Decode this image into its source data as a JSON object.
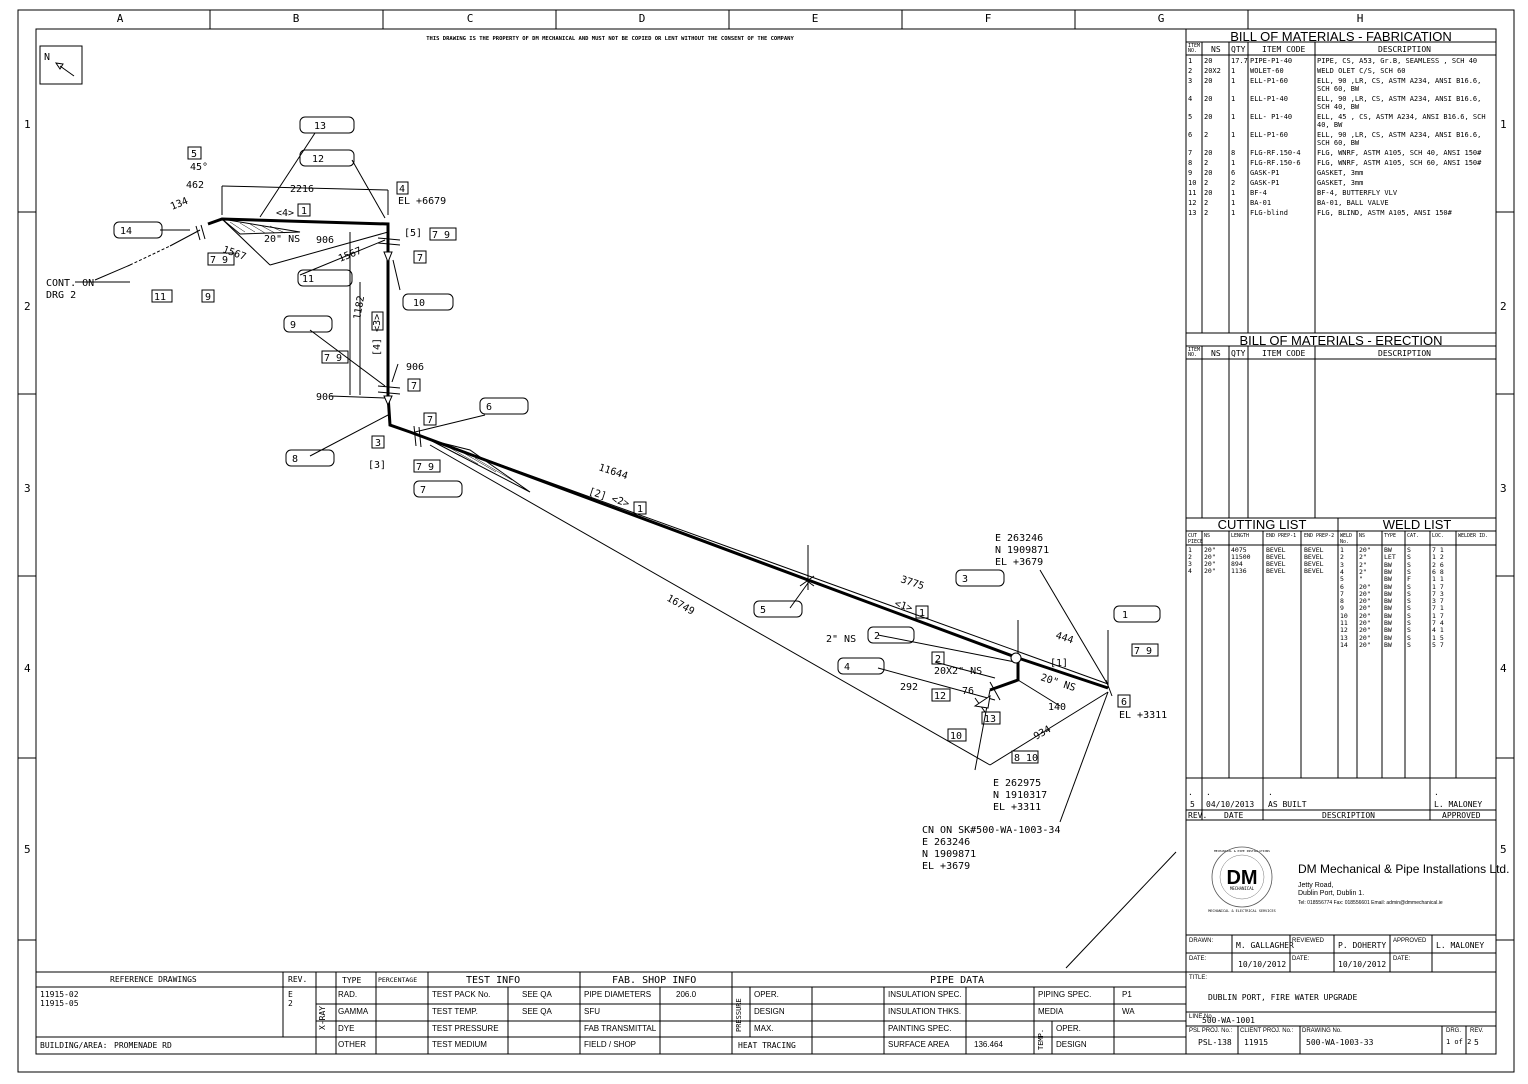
{
  "grid": {
    "columns": [
      "A",
      "B",
      "C",
      "D",
      "E",
      "F",
      "G",
      "H"
    ],
    "rows": [
      "1",
      "2",
      "3",
      "4",
      "5"
    ]
  },
  "notice": "THIS DRAWING IS THE PROPERTY OF DM MECHANICAL AND MUST NOT BE COPIED OR LENT WITHOUT THE CONSENT OF THE COMPANY",
  "north": "N",
  "iso": {
    "callouts": [
      "13",
      "12",
      "5",
      "4",
      "14",
      "11",
      "9",
      "10",
      "7",
      "8",
      "3",
      "6",
      "2",
      "1"
    ],
    "dims": {
      "d2216": "2216",
      "d462": "462",
      "d134": "134",
      "d906a": "906",
      "d1567a": "1567",
      "d1567b": "1567",
      "d1182": "1182",
      "d906b": "906",
      "d906c": "906",
      "d11644": "11644",
      "d16749": "16749",
      "d3775": "3775",
      "d444": "444",
      "d292": "292",
      "d76": "76",
      "d140": "140",
      "d934": "934",
      "ang45": "45°"
    },
    "labels": {
      "el6679": "EL +6679",
      "el3311": "EL +3311",
      "ns20a": "20\" NS",
      "ns20b": "20\" NS",
      "ns2": "2\" NS",
      "ns20x2": "20X2\" NS",
      "seg4": "<4>",
      "seg3": "[4] <3>",
      "seg2": "[2] <2>",
      "seg1": "<1>",
      "cut1": "[1]",
      "cut3": "[3]",
      "cut5": "[5]",
      "cont": "CONT. ON",
      "drg": "DRG 2",
      "coordA": [
        "E 263246",
        "N 1909871",
        "EL +3679"
      ],
      "coordB": [
        "E 262975",
        "N 1910317",
        "EL +3311"
      ],
      "connect": [
        "CN ON SK#500-WA-1003-34",
        "E 263246",
        "N 1909871",
        "EL +3679"
      ]
    },
    "boxes": {
      "b1": "1",
      "b4": "4",
      "b5": "5",
      "b7": "7",
      "b79": "7 9",
      "b810": "8 10",
      "b12": "12",
      "b13": "13",
      "b3": "3",
      "b10": "10",
      "b11": "11",
      "b9": "9",
      "b2": "2",
      "b6": "6"
    }
  },
  "bom_fab": {
    "title": "BILL OF MATERIALS - FABRICATION",
    "headers": [
      "ITEM NO.",
      "NS",
      "QTY",
      "ITEM CODE",
      "DESCRIPTION"
    ],
    "rows": [
      [
        "1",
        "20",
        "17.7",
        "PIPE-P1-40",
        "PIPE, CS, A53, Gr.B, SEAMLESS , SCH 40"
      ],
      [
        "2",
        "20X2",
        "1",
        "WOLET-60",
        "WELD OLET C/S, SCH 60"
      ],
      [
        "3",
        "20",
        "1",
        "ELL-P1-60",
        "ELL, 90 ,LR, CS, ASTM A234, ANSI B16.6, SCH 60, BW"
      ],
      [
        "4",
        "20",
        "1",
        "ELL-P1-40",
        "ELL, 90 ,LR, CS, ASTM A234, ANSI B16.6, SCH 40, BW"
      ],
      [
        "5",
        "20",
        "1",
        "ELL- P1-40",
        "ELL, 45 , CS, ASTM A234, ANSI B16.6, SCH 40, BW"
      ],
      [
        "6",
        "2",
        "1",
        "ELL-P1-60",
        "ELL, 90 ,LR, CS, ASTM A234, ANSI B16.6, SCH 60, BW"
      ],
      [
        "7",
        "20",
        "8",
        "FLG-RF.150-4",
        "FLG, WNRF, ASTM A105, SCH 40, ANSI 150#"
      ],
      [
        "8",
        "2",
        "1",
        "FLG-RF.150-6",
        "FLG, WNRF, ASTM A105, SCH 60, ANSI 150#"
      ],
      [
        "9",
        "20",
        "6",
        "GASK-P1",
        "GASKET, 3mm"
      ],
      [
        "10",
        "2",
        "2",
        "GASK-P1",
        "GASKET, 3mm"
      ],
      [
        "11",
        "20",
        "1",
        "BF-4",
        "BF-4, BUTTERFLY VLV"
      ],
      [
        "12",
        "2",
        "1",
        "BA-01",
        "BA-01, BALL VALVE"
      ],
      [
        "13",
        "2",
        "1",
        "FLG-blind",
        "FLG, BLIND, ASTM A105, ANSI 150#"
      ]
    ]
  },
  "bom_erect": {
    "title": "BILL OF MATERIALS - ERECTION",
    "headers": [
      "ITEM NO.",
      "NS",
      "QTY",
      "ITEM CODE",
      "DESCRIPTION"
    ]
  },
  "cutting": {
    "title": "CUTTING LIST",
    "headers": [
      "CUT PIECE",
      "NS",
      "LENGTH",
      "END PREP-1",
      "END PREP-2"
    ],
    "rows": [
      [
        "1",
        "20\"",
        "4075",
        "BEVEL",
        "BEVEL"
      ],
      [
        "2",
        "20\"",
        "11500",
        "BEVEL",
        "BEVEL"
      ],
      [
        "3",
        "20\"",
        "894",
        "BEVEL",
        "BEVEL"
      ],
      [
        "4",
        "20\"",
        "1136",
        "BEVEL",
        "BEVEL"
      ]
    ]
  },
  "weld": {
    "title": "WELD LIST",
    "headers": [
      "WELD No.",
      "NS",
      "TYPE",
      "CAT.",
      "LOC.",
      "WELDER ID."
    ],
    "rows": [
      [
        "1",
        "20\"",
        "BW",
        "S",
        "7 1",
        ""
      ],
      [
        "2",
        "2\"",
        "LET",
        "S",
        "1 2",
        ""
      ],
      [
        "3",
        "2\"",
        "BW",
        "S",
        "2 6",
        ""
      ],
      [
        "4",
        "2\"",
        "BW",
        "S",
        "6 8",
        ""
      ],
      [
        "5",
        "\"",
        "BW",
        "F",
        "1 1",
        ""
      ],
      [
        "6",
        "20\"",
        "BW",
        "S",
        "1 7",
        ""
      ],
      [
        "7",
        "20\"",
        "BW",
        "S",
        "7 3",
        ""
      ],
      [
        "8",
        "20\"",
        "BW",
        "S",
        "3 7",
        ""
      ],
      [
        "9",
        "20\"",
        "BW",
        "S",
        "7 1",
        ""
      ],
      [
        "10",
        "20\"",
        "BW",
        "S",
        "1 7",
        ""
      ],
      [
        "11",
        "20\"",
        "BW",
        "S",
        "7 4",
        ""
      ],
      [
        "12",
        "20\"",
        "BW",
        "S",
        "4 1",
        ""
      ],
      [
        "13",
        "20\"",
        "BW",
        "S",
        "1 5",
        ""
      ],
      [
        "14",
        "20\"",
        "BW",
        "S",
        "5 7",
        ""
      ]
    ]
  },
  "revision": {
    "blank": ".",
    "rev": "5",
    "date": "04/10/2013",
    "desc": "AS BUILT",
    "approved": "L. MALONEY",
    "h_rev": "REV.",
    "h_date": "DATE",
    "h_desc": "DESCRIPTION",
    "h_appr": "APPROVED"
  },
  "company": {
    "logo": "DM",
    "logo_sub": "MECHANICAL",
    "logo_ring": "MECHANICAL & PIPE INSTALLATIONS",
    "logo_services": "MECHANICAL & ELECTRICAL SERVICES",
    "name": "DM Mechanical & Pipe Installations Ltd.",
    "addr1": "Jetty Road,",
    "addr2": "Dublin Port, Dublin 1.",
    "contact": "Tel: 018556774   Fax: 018556601  Email: admin@dmmechanical.ie"
  },
  "titleblock": {
    "drawn_l": "DRAWN:",
    "drawn": "M. GALLAGHER",
    "reviewed_l": "REVIEWED",
    "reviewed": "P. DOHERTY",
    "approved_l": "APPROVED",
    "approved": "L. MALONEY",
    "date_l": "DATE:",
    "date1": "10/10/2012",
    "date2": "10/10/2012",
    "title_l": "TITLE:",
    "title": "DUBLIN PORT, FIRE WATER UPGRADE",
    "line_l": "LINE No.",
    "line": "500-WA-1001",
    "psl_l": "PSL PROJ. No.:",
    "psl": "PSL-138",
    "client_l": "CLIENT PROJ. No.:",
    "client": "11915",
    "drawing_l": "DRAWING No.",
    "drawing": "500-WA-1003-33",
    "drg_l": "DRG.",
    "drg": "1 of 2",
    "rev_l": "REV.",
    "rev": "5"
  },
  "bottom": {
    "ref_title": "REFERENCE DRAWINGS",
    "rev_title": "REV.",
    "refs": [
      "11915-02",
      "11915-05"
    ],
    "ref_revs": [
      "E",
      "2"
    ],
    "building_l": "BUILDING/AREA:",
    "building": "PROMENADE RD",
    "xray": "X-RAY",
    "type_h": "TYPE",
    "pct_h": "PERCENTAGE",
    "types": [
      "RAD.",
      "GAMMA",
      "DYE",
      "OTHER"
    ],
    "test_title": "TEST INFO",
    "test_rows": [
      [
        "TEST PACK No.",
        "SEE QA"
      ],
      [
        "TEST TEMP.",
        "SEE QA"
      ],
      [
        "TEST PRESSURE",
        ""
      ],
      [
        "TEST MEDIUM",
        ""
      ]
    ],
    "fab_title": "FAB. SHOP INFO",
    "fab_rows": [
      [
        "PIPE DIAMETERS",
        "206.0"
      ],
      [
        "SFU",
        ""
      ],
      [
        "FAB TRANSMITTAL",
        ""
      ],
      [
        "FIELD / SHOP",
        ""
      ]
    ],
    "pipe_title": "PIPE DATA",
    "pressure": "PRESSURE",
    "press_rows": [
      "OPER.",
      "DESIGN",
      "MAX."
    ],
    "heat": "HEAT TRACING",
    "ins_rows": [
      [
        "INSULATION SPEC.",
        ""
      ],
      [
        "INSULATION THKS.",
        ""
      ],
      [
        "PAINTING SPEC.",
        ""
      ],
      [
        "SURFACE AREA",
        "136.464"
      ]
    ],
    "spec_rows": [
      [
        "PIPING SPEC.",
        "P1"
      ],
      [
        "MEDIA",
        "WA"
      ]
    ],
    "temp": "TEMP.",
    "temp_rows": [
      "OPER.",
      "DESIGN"
    ]
  }
}
